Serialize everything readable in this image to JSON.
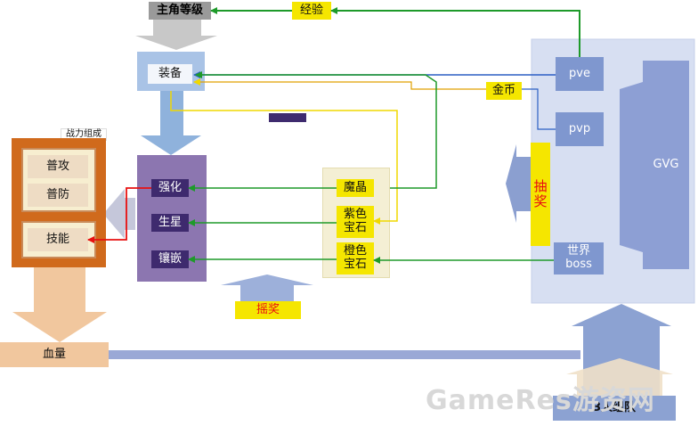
{
  "nodes": {
    "main_level": "主角等级",
    "exp": "经验",
    "equip": "装备",
    "gold": "金币",
    "battle_group_title": "战力组成",
    "normal_attack": "普攻",
    "normal_defense": "普防",
    "skill": "技能",
    "strengthen": "强化",
    "star_up": "生星",
    "inlay": "镶嵌",
    "magic_crystal": "魔晶",
    "purple_gem": "紫色\n宝石",
    "orange_gem": "橙色\n宝石",
    "lottery": "摇奖",
    "draw": "抽\n奖",
    "pve": "pve",
    "pvp": "pvp",
    "world_boss": "世界\nboss",
    "gvg": "GVG",
    "hp": "血量",
    "team3": "3人组队",
    "watermark": "GameRes游资网"
  },
  "colors": {
    "green": "#1e9a2a",
    "blue": "#2b5fc4",
    "yellow": "#f5e600",
    "orange": "#e0a000",
    "red": "#e81010",
    "purple": "#7b5fa5",
    "dark_purple": "#3e2a6e",
    "orange_frame": "#d06a1c",
    "panel_blue": "#d7dff2",
    "box_blue": "#7f97cf",
    "gvg_blue": "#8d9fd4"
  }
}
